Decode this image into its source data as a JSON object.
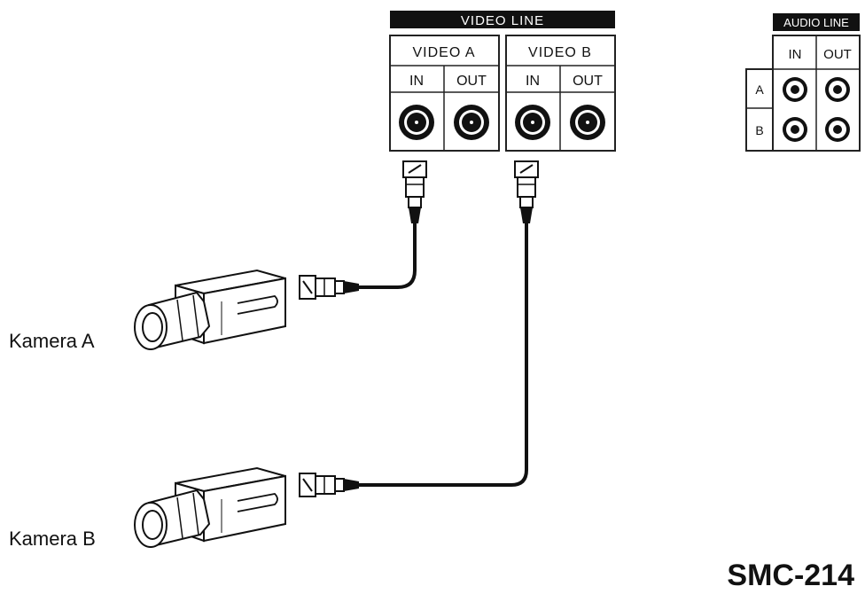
{
  "video_panel": {
    "title": "VIDEO LINE",
    "group_a": "VIDEO A",
    "group_b": "VIDEO B",
    "in_label": "IN",
    "out_label": "OUT"
  },
  "audio_panel": {
    "title": "AUDIO LINE",
    "in_label": "IN",
    "out_label": "OUT",
    "row_a": "A",
    "row_b": "B"
  },
  "cameras": {
    "a": "Kamera A",
    "b": "Kamera B"
  },
  "model": "SMC-214"
}
